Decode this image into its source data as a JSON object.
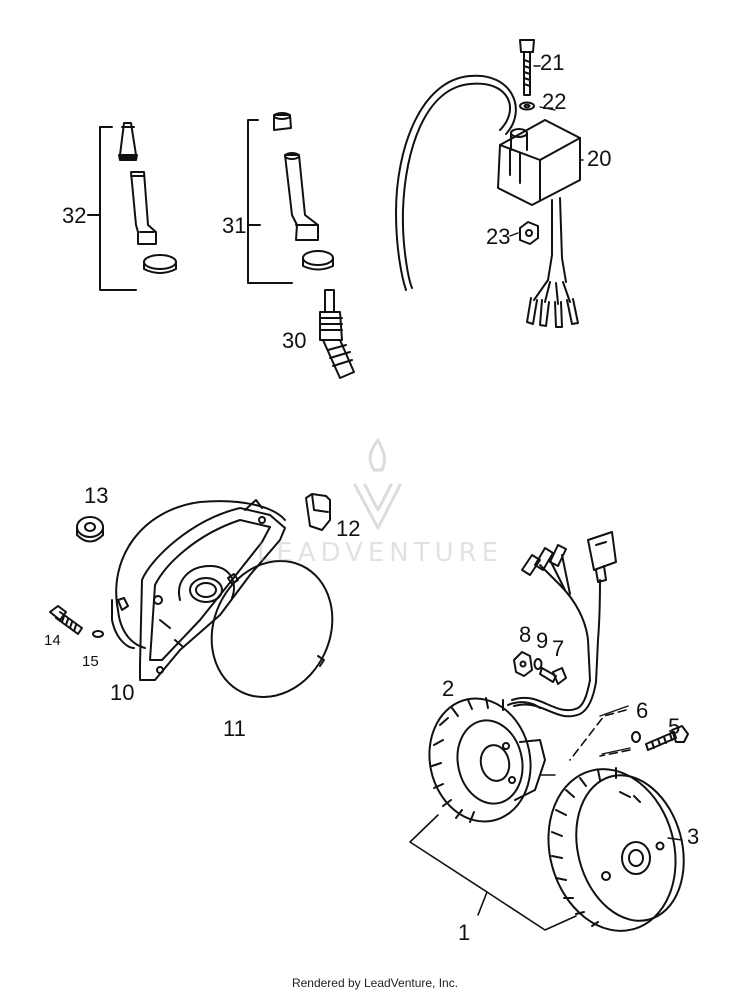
{
  "callouts": {
    "c1": "1",
    "c2": "2",
    "c3": "3",
    "c5": "5",
    "c6": "6",
    "c7": "7",
    "c8": "8",
    "c9": "9",
    "c10": "10",
    "c11": "11",
    "c12": "12",
    "c13": "13",
    "c14": "14",
    "c15": "15",
    "c20": "20",
    "c21": "21",
    "c22": "22",
    "c23": "23",
    "c30": "30",
    "c31": "31",
    "c32": "32"
  },
  "watermark": "LEADVENTURE",
  "footer": "Rendered by LeadVenture, Inc.",
  "colors": {
    "ink": "#111111",
    "paper": "#ffffff",
    "watermark": "#9a9a9a"
  }
}
